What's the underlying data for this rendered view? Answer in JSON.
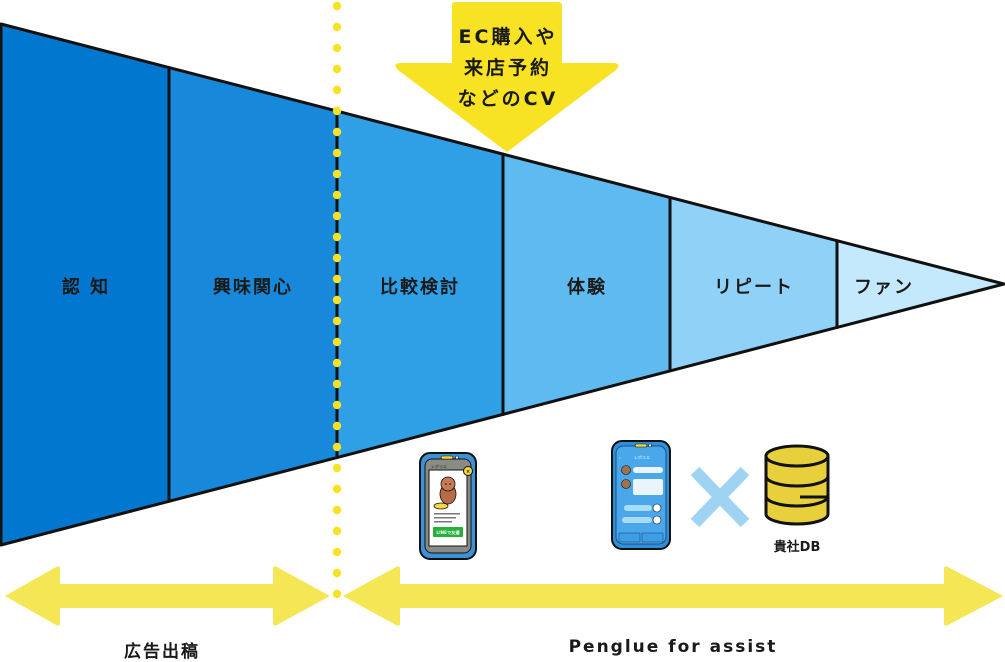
{
  "funnel": {
    "stages": [
      {
        "label": "認 知",
        "color": "#0277d0"
      },
      {
        "label": "興味関心",
        "color": "#1888da"
      },
      {
        "label": "比較検討",
        "color": "#2f9fe6"
      },
      {
        "label": "体験",
        "color": "#5fbaf0"
      },
      {
        "label": "リピート",
        "color": "#8fd1f7"
      },
      {
        "label": "ファン",
        "color": "#c4e8fc"
      }
    ],
    "outline_color": "#111111"
  },
  "cv_arrow": {
    "lines": [
      "EC購入や",
      "来店予約",
      "などのCV"
    ],
    "color": "#f8e224"
  },
  "divider": {
    "color": "#f8e224"
  },
  "tools": {
    "phone1": {
      "header": "レポリエ",
      "button": "LINEで友達"
    },
    "phone2": {
      "header": "レポリエ"
    },
    "db_label": "貴社DB",
    "cross_color": "#9fd3f2"
  },
  "ranges": [
    {
      "label": "広告出稿",
      "color": "#f5e655"
    },
    {
      "label": "Penglue for assist",
      "color": "#f5e655"
    }
  ]
}
